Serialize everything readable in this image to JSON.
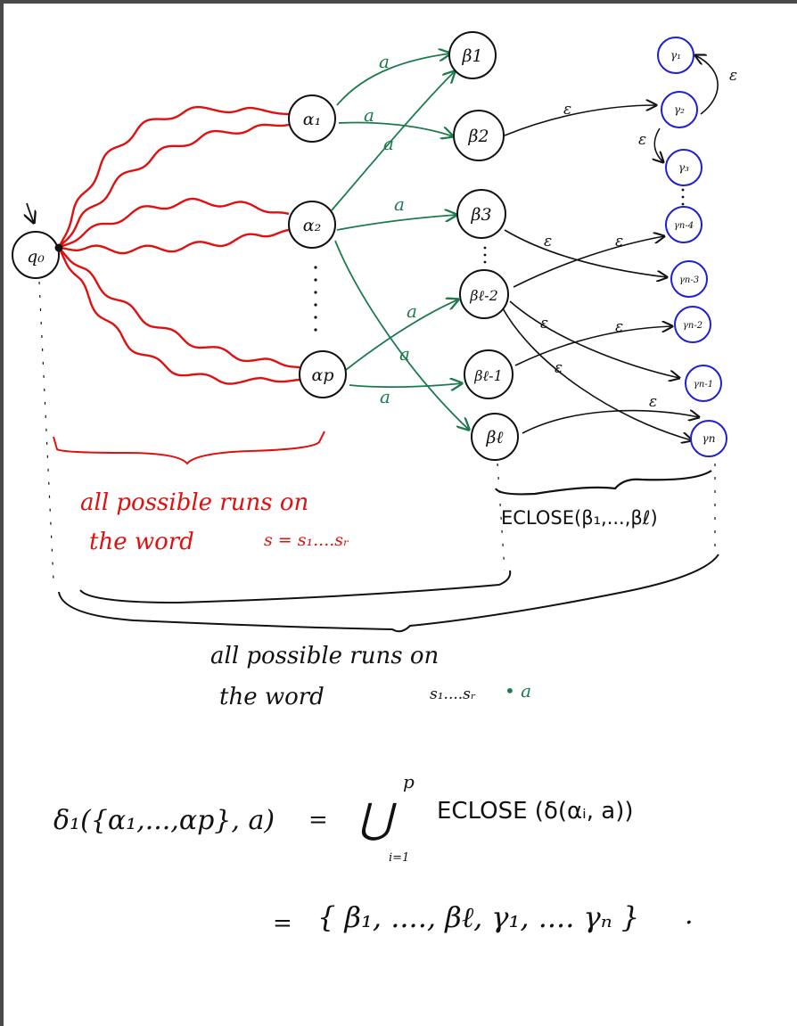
{
  "colors": {
    "red_runs": "#e01010",
    "green_transitions": "#1d7a4e",
    "gamma_nodes": "#1f1fd6",
    "ink": "#111111"
  },
  "nodes": {
    "q0": "q₀",
    "alpha1": "α₁",
    "alpha2": "α₂",
    "alphap": "αp",
    "beta1": "β1",
    "beta2": "β2",
    "beta3": "β3",
    "betal2": "βℓ-2",
    "betal1": "βℓ-1",
    "betal": "βℓ",
    "gamma1": "γ₁",
    "gamma2": "γ₂",
    "gamma3": "γ₃",
    "gamman4": "γn-4",
    "gamman3": "γn-3",
    "gamman2": "γn-2",
    "gamman1": "γn-1",
    "gamman": "γn"
  },
  "transition_labels": {
    "input_symbol": "a",
    "epsilon": "ε"
  },
  "braces": {
    "red_caption_line1": "all possible runs on",
    "red_caption_line2": "the word",
    "red_caption_word": "s = s₁....sᵣ",
    "eclose_caption": "ECLOSE(β₁,...,βℓ)",
    "black_caption_line1": "all possible runs on",
    "black_caption_line2": "the word",
    "black_caption_word": "s₁....sᵣ",
    "black_caption_suffix": "• a"
  },
  "equations": {
    "line1_lhs": "δ₁({α₁,...,αp}, a)",
    "line1_eq": "=",
    "line1_union": "⋃",
    "line1_union_top": "p",
    "line1_union_bottom": "i=1",
    "line1_rhs": "ECLOSE (δ(αᵢ, a))",
    "line2_eq": "=",
    "line2_rhs": "{ β₁, ...., βℓ, γ₁, .... γₙ }",
    "line2_end": "."
  }
}
